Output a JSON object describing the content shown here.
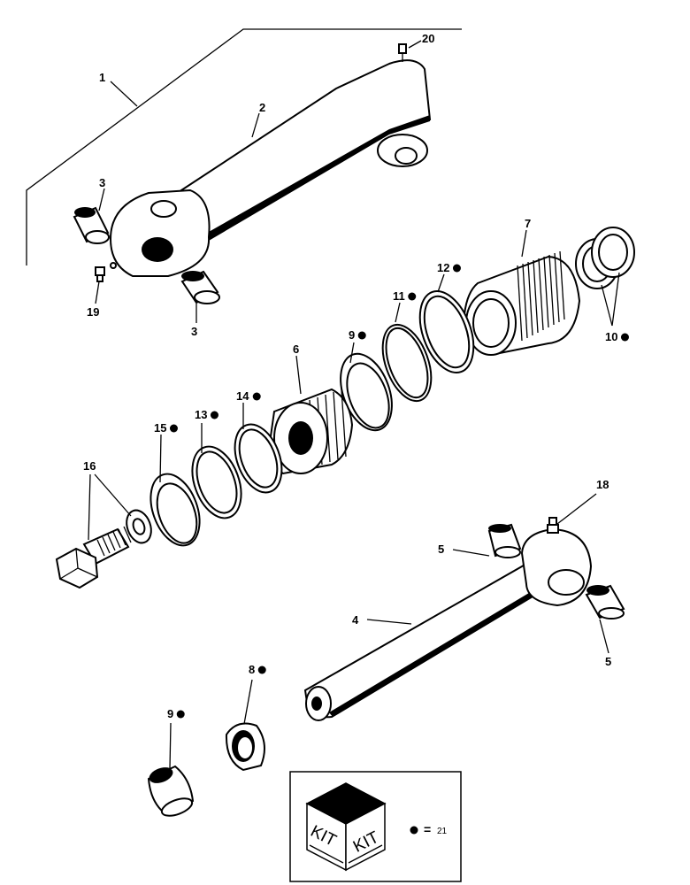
{
  "callouts": [
    {
      "id": "c1",
      "text": "1",
      "kit": false
    },
    {
      "id": "c2",
      "text": "2",
      "kit": false
    },
    {
      "id": "c3a",
      "text": "3",
      "kit": false
    },
    {
      "id": "c3b",
      "text": "3",
      "kit": false
    },
    {
      "id": "c4",
      "text": "4",
      "kit": false
    },
    {
      "id": "c5a",
      "text": "5",
      "kit": false
    },
    {
      "id": "c5b",
      "text": "5",
      "kit": false
    },
    {
      "id": "c6",
      "text": "6",
      "kit": false
    },
    {
      "id": "c7",
      "text": "7",
      "kit": false
    },
    {
      "id": "c8",
      "text": "8",
      "kit": true
    },
    {
      "id": "c9a",
      "text": "9",
      "kit": true
    },
    {
      "id": "c9b",
      "text": "9",
      "kit": true
    },
    {
      "id": "c10",
      "text": "10",
      "kit": true
    },
    {
      "id": "c11",
      "text": "11",
      "kit": true
    },
    {
      "id": "c12",
      "text": "12",
      "kit": true
    },
    {
      "id": "c13",
      "text": "13",
      "kit": true
    },
    {
      "id": "c14",
      "text": "14",
      "kit": true
    },
    {
      "id": "c15",
      "text": "15",
      "kit": true
    },
    {
      "id": "c16",
      "text": "16",
      "kit": false
    },
    {
      "id": "c18",
      "text": "18",
      "kit": false
    },
    {
      "id": "c19",
      "text": "19",
      "kit": false
    },
    {
      "id": "c20",
      "text": "20",
      "kit": false
    }
  ],
  "kit_legend": {
    "box_left": "KIT",
    "box_right": "KIT",
    "equals": "=",
    "number": "21"
  }
}
